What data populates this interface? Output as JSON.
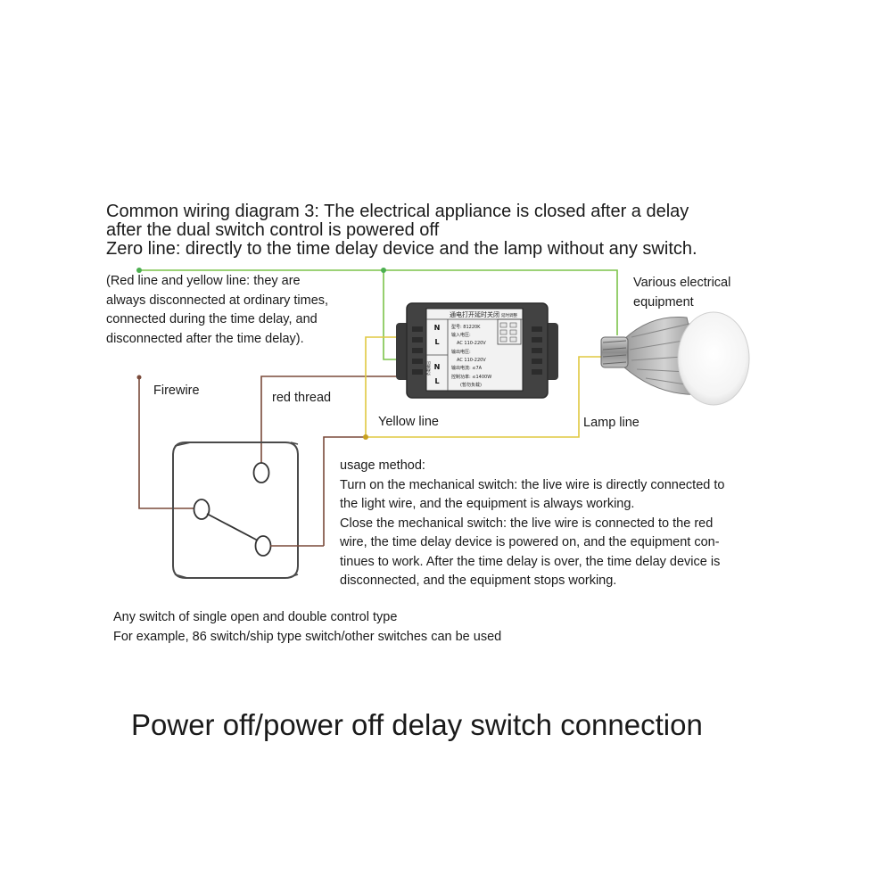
{
  "header": {
    "line1": "Common wiring diagram 3: The electrical appliance is closed after a delay",
    "line2": "after the dual switch control is powered off",
    "line3": "Zero line: directly to the time delay device and the lamp without any switch."
  },
  "note": {
    "lines": [
      "(Red line and yellow line: they are",
      "always disconnected at ordinary times,",
      "connected during the time delay, and",
      "disconnected after the time delay)."
    ]
  },
  "equipment_label": {
    "lines": [
      "Various electrical",
      "equipment"
    ]
  },
  "labels": {
    "firewire": "Firewire",
    "red_thread": "red thread",
    "yellow_line": "Yellow line",
    "lamp_line": "Lamp line"
  },
  "module": {
    "title": "通电打开延时关闭",
    "badge": "延时调整",
    "spec_lines": [
      "型号: 81220K",
      "输入电压:",
      "AC 110-220V",
      "输出电压:",
      "AC 110-220V",
      "输出电流: ≤7A",
      "控制功率: ≤1400W",
      "(暂勿负载)"
    ],
    "side_label": "负载输出",
    "left_terminals": [
      "N",
      "L"
    ],
    "right_terminals": [
      "N",
      "L"
    ]
  },
  "usage": {
    "lines": [
      "usage method:",
      "Turn on the mechanical switch: the live wire is directly connected to",
      "the light wire, and the equipment is always working.",
      "Close the mechanical switch: the live wire is connected to the red",
      "wire, the time delay device is powered on, and the equipment con-",
      "tinues to work. After the time delay is over, the time delay device is",
      "disconnected, and the equipment stops working."
    ]
  },
  "switch_note": {
    "lines": [
      "Any switch of single open and double control type",
      "For example, 86 switch/ship type switch/other switches can be used"
    ]
  },
  "footer": {
    "title": "Power off/power off delay switch connection"
  },
  "colors": {
    "zero_line": "#7cc34a",
    "yellow_line": "#e0c840",
    "red_line": "#7a4a3a",
    "box": "#3a3a3a"
  }
}
